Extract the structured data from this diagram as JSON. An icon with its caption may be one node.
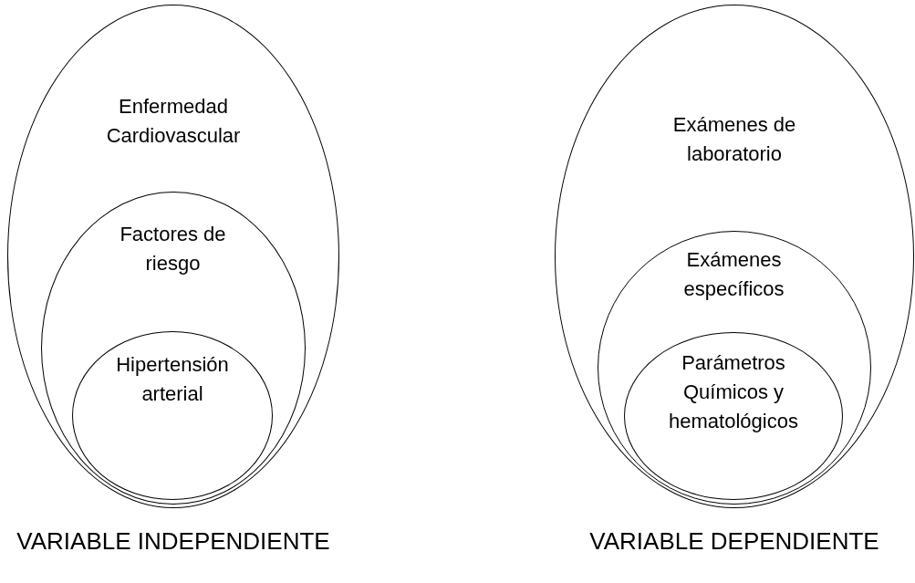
{
  "diagram": {
    "nodes": [
      {
        "text": [
          "Enfermedad Cardiovascular"
        ],
        "beside": [
          "VARIABLE INDEPENDIENTE"
        ]
      },
      {
        "text": [
          "Factores de riesgo"
        ],
        "in": 0
      },
      {
        "text": [
          "Hipertensión arterial"
        ],
        "in": 1
      },
      {
        "text": [
          "Exámenes de laboratorio"
        ],
        "beside": [
          "VARIABLE DEPENDIENTE"
        ]
      },
      {
        "text": [
          "Exámenes específicos"
        ],
        "in": 3
      },
      {
        "text": [
          "Parámetros Químicos y hematológicos"
        ],
        "in": 4
      }
    ]
  }
}
